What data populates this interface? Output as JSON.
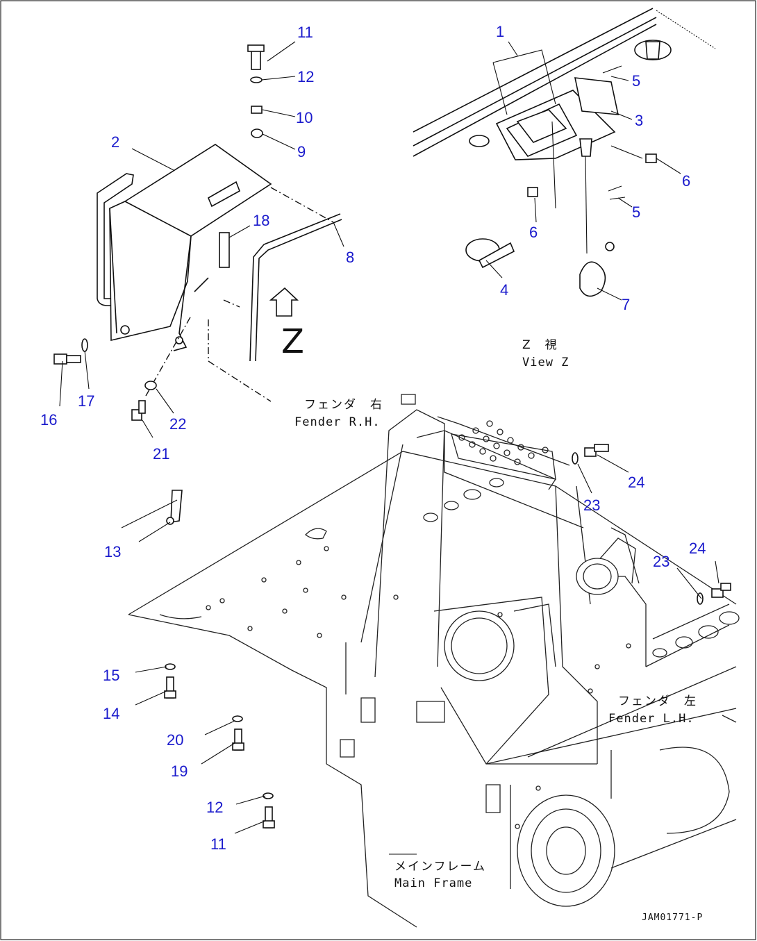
{
  "callouts": [
    {
      "id": "c11a",
      "text": "11"
    },
    {
      "id": "c12a",
      "text": "12"
    },
    {
      "id": "c10",
      "text": "10"
    },
    {
      "id": "c9",
      "text": "9"
    },
    {
      "id": "c2",
      "text": "2"
    },
    {
      "id": "c18",
      "text": "18"
    },
    {
      "id": "c8",
      "text": "8"
    },
    {
      "id": "c16",
      "text": "16"
    },
    {
      "id": "c17",
      "text": "17"
    },
    {
      "id": "c22",
      "text": "22"
    },
    {
      "id": "c21",
      "text": "21"
    },
    {
      "id": "c1",
      "text": "1"
    },
    {
      "id": "c5a",
      "text": "5"
    },
    {
      "id": "c3",
      "text": "3"
    },
    {
      "id": "c6a",
      "text": "6"
    },
    {
      "id": "c5b",
      "text": "5"
    },
    {
      "id": "c6b",
      "text": "6"
    },
    {
      "id": "c4",
      "text": "4"
    },
    {
      "id": "c7",
      "text": "7"
    },
    {
      "id": "c24a",
      "text": "24"
    },
    {
      "id": "c23a",
      "text": "23"
    },
    {
      "id": "c13",
      "text": "13"
    },
    {
      "id": "c23b",
      "text": "23"
    },
    {
      "id": "c24b",
      "text": "24"
    },
    {
      "id": "c15",
      "text": "15"
    },
    {
      "id": "c14",
      "text": "14"
    },
    {
      "id": "c20",
      "text": "20"
    },
    {
      "id": "c19",
      "text": "19"
    },
    {
      "id": "c12b",
      "text": "12"
    },
    {
      "id": "c11b",
      "text": "11"
    }
  ],
  "labels": {
    "view_letter": "Z",
    "view_z_jp": "Z　視",
    "view_z_en": "View Z",
    "fender_rh_jp": "フェンダ　右",
    "fender_rh_en": "Fender R.H.",
    "fender_lh_jp": "フェンダ　左",
    "fender_lh_en": "Fender L.H.",
    "main_frame_jp": "メインフレーム",
    "main_frame_en": "Main Frame",
    "drawing_code": "JAM01771-P"
  },
  "colors": {
    "callout": "#1a1acc",
    "line": "#111111"
  }
}
